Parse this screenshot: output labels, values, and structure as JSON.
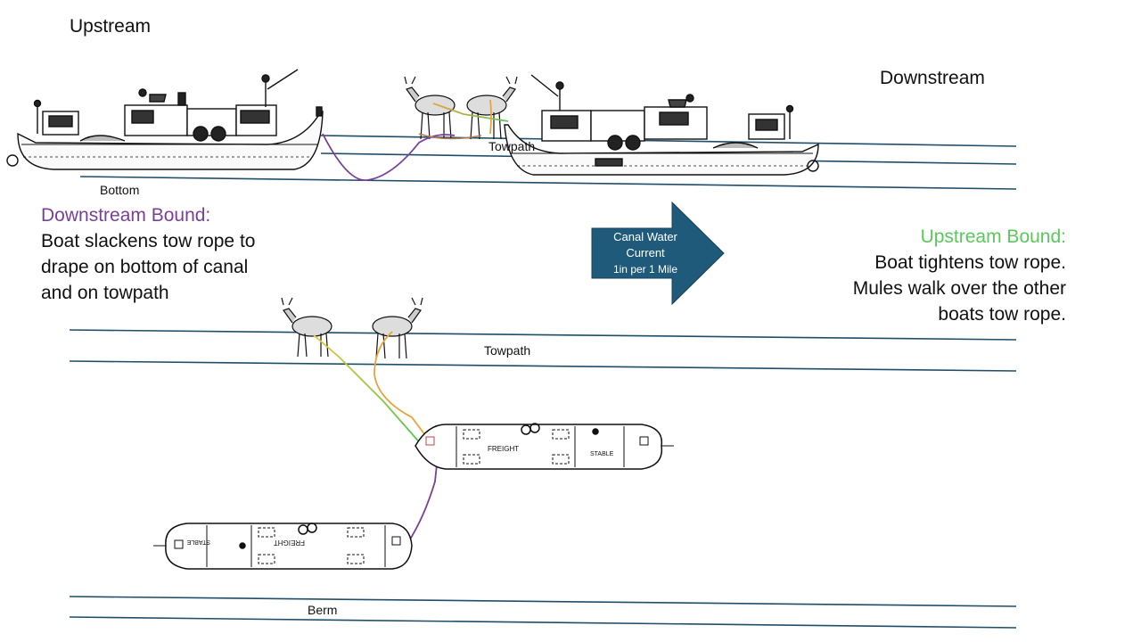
{
  "labels": {
    "upstream": "Upstream",
    "downstream": "Downstream",
    "bottom": "Bottom",
    "towpath_top": "Towpath",
    "towpath": "Towpath",
    "berm": "Berm"
  },
  "downstream_bound": {
    "title": "Downstream Bound:",
    "lines": [
      "Boat slackens tow rope to",
      "drape on bottom of canal",
      "and on towpath"
    ]
  },
  "upstream_bound": {
    "title": "Upstream Bound:",
    "lines": [
      "Boat tightens tow rope.",
      "Mules walk over the other",
      "boats tow rope."
    ]
  },
  "current_arrow": {
    "lines": [
      "Canal Water",
      "Current",
      "1in per 1 Mile"
    ]
  },
  "boat_plan": {
    "freight": "FREIGHT",
    "stable": "STABLE"
  },
  "colors": {
    "water_line": "#1f4e6b",
    "arrow_fill": "#1f5a7a",
    "purple": "#7a3f98",
    "green": "#5ac85a",
    "orange": "#e8a43a",
    "brown": "#b47a55"
  }
}
